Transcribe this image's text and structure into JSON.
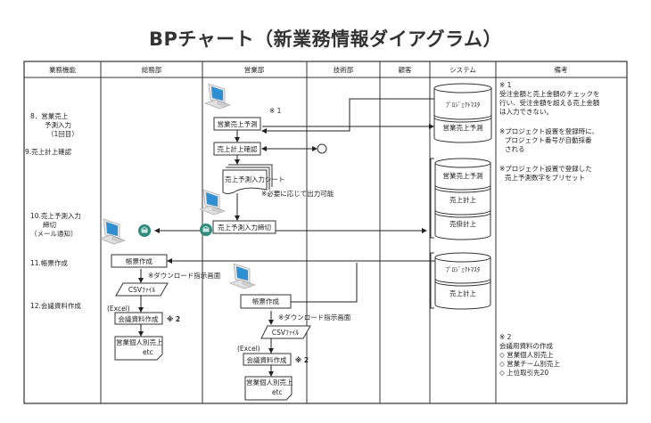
{
  "title": "BPチャート（新業務情報ダイアグラム）",
  "columns": [
    "業務機能",
    "総務部",
    "営業部",
    "技術部",
    "顧客",
    "システム",
    "備考"
  ],
  "functions": {
    "f8": [
      "8．営業売上",
      "予測入力",
      "（1回目）"
    ],
    "f9": "9.売上計上確認",
    "f10": [
      "10.売上予測入力",
      "締切",
      "（メール通知）"
    ],
    "f11": "11.帳票作成",
    "f12": "12.会議資料作成"
  },
  "sales": {
    "note1_mark": "※ 1",
    "forecast": "営業売上予測",
    "confirm": "売上計上確認",
    "sheet": "売上予測入力シート",
    "sheet_note": "※必要に応じて出力可能",
    "close": "売上予測入力締切",
    "report": "帳票作成",
    "download_note": "※ダウンロード指示画面",
    "csv": "CSVﾌｧｲﾙ",
    "excel": "(Excel)",
    "meeting": "会議資料作成",
    "note2_mark": "※ 2",
    "doc_line1": "営業個人別売上",
    "doc_line2": "etc"
  },
  "general": {
    "report": "帳票作成",
    "download_note": "※ダウンロード指示画面",
    "csv": "CSVﾌｧｲﾙ",
    "excel": "(Excel)",
    "meeting": "会議資料作成",
    "note2_mark": "※ 2",
    "doc_line1": "営業個人別売上",
    "doc_line2": "etc"
  },
  "system": {
    "db1": [
      "ﾌﾟﾛｼﾞｪｸﾄﾏｽﾀ",
      "営業売上予測"
    ],
    "db2": [
      "営業売上予測",
      "売上計上",
      "売掛計上"
    ],
    "db3": [
      "ﾌﾟﾛｼﾞｪｸﾄﾏｽﾀ",
      "売上計上"
    ]
  },
  "remarks": {
    "note1": [
      "※ 1",
      "受注金額と売上金額のチェックを",
      "行い、受注金額を超える売上金額",
      "は入力できない。"
    ],
    "note_project": [
      "※プロジェクト設置を登録時に、",
      "プロジェクト番号が自動採番",
      "される"
    ],
    "note_preset": [
      "※プロジェクト設置で登録した",
      "売上予測数字をプリセット"
    ],
    "note2": [
      "※ 2",
      "会議用資料の作成",
      "◇ 営業個人別売上",
      "◇ 営業チーム別売上",
      "◇ 上位取引先20"
    ]
  },
  "colors": {
    "line": "#333333",
    "screen": "#2f8fd0",
    "mail": "#2e8a7c"
  }
}
